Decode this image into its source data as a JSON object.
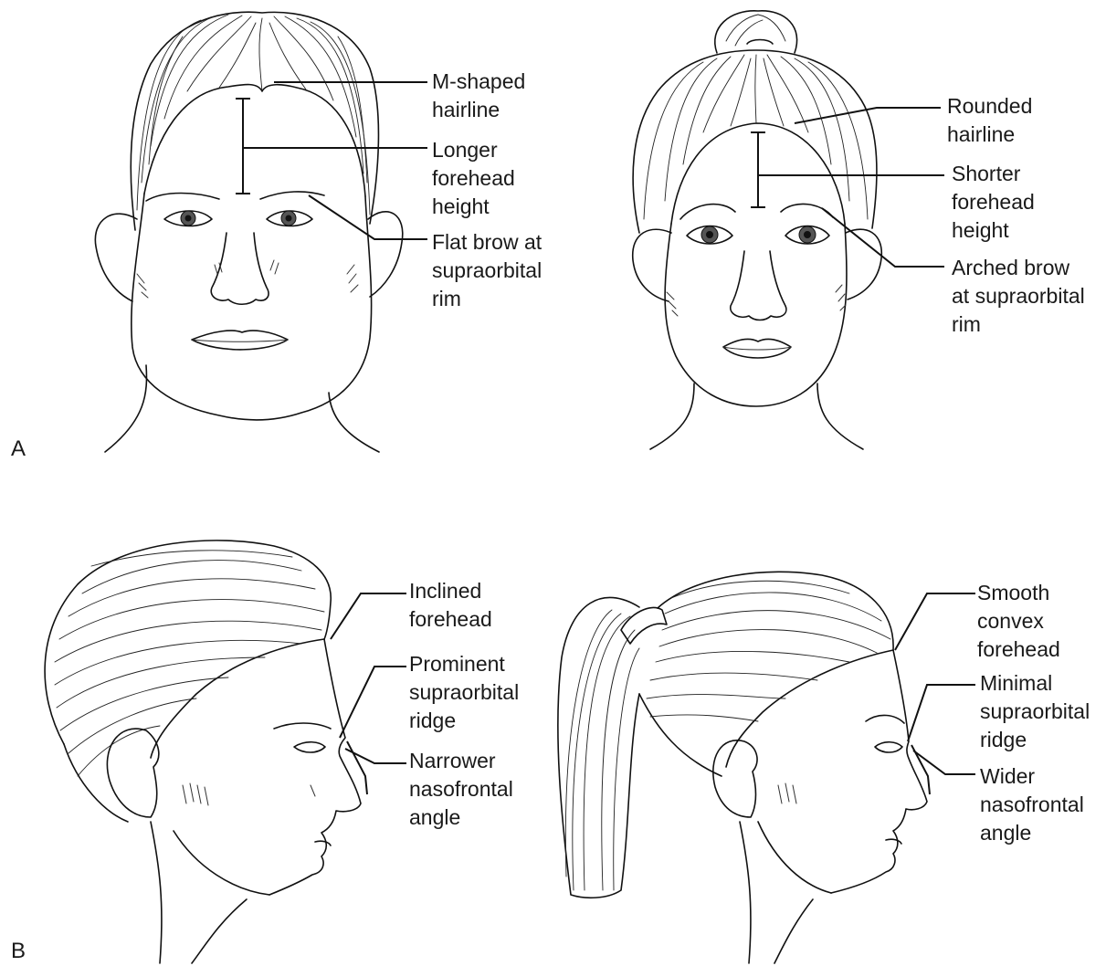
{
  "panels": [
    {
      "letter": "A"
    },
    {
      "letter": "B"
    }
  ],
  "labels": {
    "m_shaped_hairline": [
      "M-shaped",
      "hairline"
    ],
    "longer_forehead_height": [
      "Longer",
      "forehead",
      "height"
    ],
    "flat_brow": [
      "Flat brow at",
      "supraorbital",
      "rim"
    ],
    "rounded_hairline": [
      "Rounded",
      "hairline"
    ],
    "shorter_forehead_height": [
      "Shorter",
      "forehead",
      "height"
    ],
    "arched_brow": [
      "Arched brow",
      "at supraorbital",
      "rim"
    ],
    "inclined_forehead": [
      "Inclined",
      "forehead"
    ],
    "prominent_ridge": [
      "Prominent",
      "supraorbital",
      "ridge"
    ],
    "narrower_angle": [
      "Narrower",
      "nasofrontal",
      "angle"
    ],
    "smooth_forehead": [
      "Smooth",
      "convex",
      "forehead"
    ],
    "minimal_ridge": [
      "Minimal",
      "supraorbital",
      "ridge"
    ],
    "wider_angle": [
      "Wider",
      "nasofrontal",
      "angle"
    ]
  }
}
